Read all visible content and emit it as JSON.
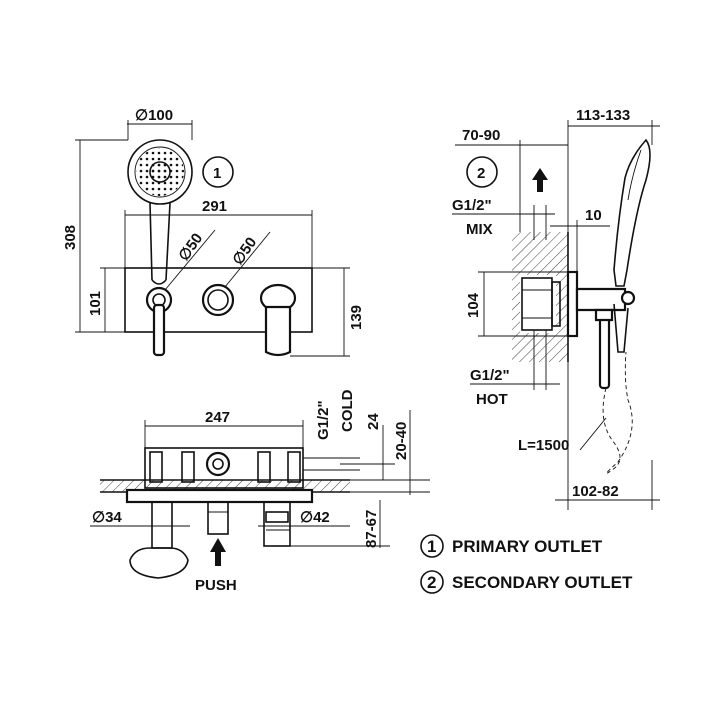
{
  "front_view": {
    "dia_100": "∅100",
    "width_291": "291",
    "height_308": "308",
    "height_101": "101",
    "height_139": "139",
    "dia_50_left": "∅50",
    "dia_50_right": "∅50",
    "outlet_marker": "1"
  },
  "side_view": {
    "dim_70_90": "70-90",
    "dim_113_133": "113-133",
    "outlet_marker": "2",
    "g12_mix": "G1/2\"",
    "mix_label": "MIX",
    "dim_10": "10",
    "dim_104": "104",
    "g12_hot": "G1/2\"",
    "hot_label": "HOT",
    "hose_length": "L=1500",
    "dim_102_82": "102-82"
  },
  "top_view": {
    "width_247": "247",
    "g12_cold": "G1/2\"",
    "cold_label": "COLD",
    "dim_24": "24",
    "dim_20_40": "20-40",
    "dia_34": "∅34",
    "dia_42": "∅42",
    "dim_87_67": "87-67",
    "push_label": "PUSH"
  },
  "legend": [
    {
      "number": "1",
      "text": "PRIMARY OUTLET"
    },
    {
      "number": "2",
      "text": "SECONDARY OUTLET"
    }
  ]
}
